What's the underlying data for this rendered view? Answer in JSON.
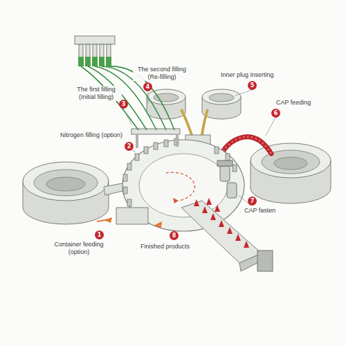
{
  "diagram": {
    "labels": [
      "The second filling (Re-filling)",
      "4",
      "The first filling (Initial filling)",
      "3",
      "Inner plug inserting",
      "5",
      "CAP feeding",
      "6",
      "Nitrogen filling (option)",
      "2",
      "CAP fasten",
      "7",
      "1",
      "Container feeding (option)",
      "8",
      "Finished products"
    ]
  }
}
